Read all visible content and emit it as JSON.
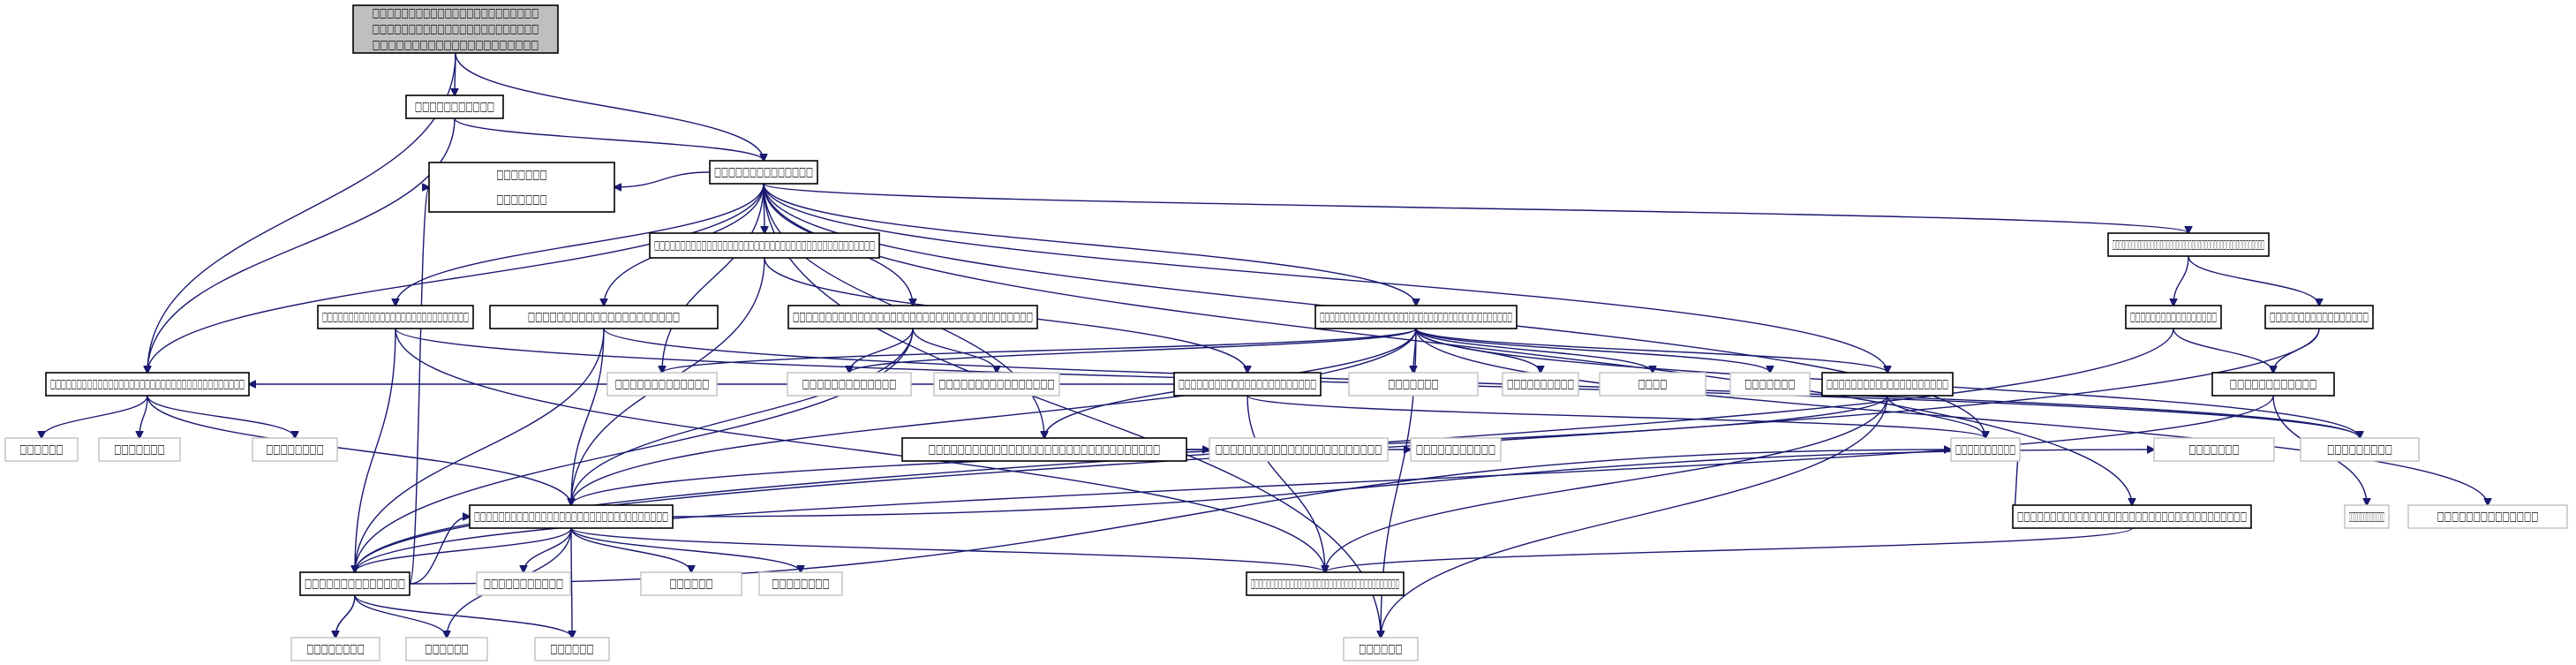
{
  "diagram": {
    "type": "include-dependency-graph",
    "nodes": [
      {
        "id": "n0",
        "label": "□□□□□□□□□□□□□□□□□□□□□□□□□□□□□□□□□□□□□□□□□□□□□□□□□□□□□□□□□□□□□□□□□□□",
        "kind": "root"
      },
      {
        "id": "n1",
        "label": "□□□□□□□□□□□",
        "kind": "normal"
      },
      {
        "id": "n2",
        "label": "□□□□□□□□□□□□□□",
        "kind": "normal"
      },
      {
        "id": "n3",
        "label": "□□□□□□□□□□□□□□□□□□□□□□□□□□□□□□□□□□□□□□□□□□",
        "kind": "normal"
      },
      {
        "id": "n4",
        "label": "□□□□□□□□□□□□□□□□□□□□□□□□□□□□□□□□□□□□□",
        "kind": "normal"
      },
      {
        "id": "n5",
        "label": "□□□□□□□□□□□□□□□□□□□□□□□□□□□□",
        "kind": "normal"
      },
      {
        "id": "n6",
        "label": "□□□□□□□□□□□□□□□□□□□□□",
        "kind": "normal"
      },
      {
        "id": "n7",
        "label": "□□□□□□□□□□□□□□□□□□□□□□□□□□□□□□□□□□□□□",
        "kind": "normal"
      },
      {
        "id": "n8",
        "label": "□□□□□□□□□□□□□□□□□□□□□□□□□□□□□□□□□□□□□□□",
        "kind": "normal"
      },
      {
        "id": "n9",
        "label": "□□□□□□□□□□□□□□□□□□□□□□□□□□□□□□□□",
        "kind": "normal"
      },
      {
        "id": "n10",
        "label": "□□□□□□□□□□□□□□□□□□□□□□□□□□□□□□□□",
        "kind": "normal"
      },
      {
        "id": "n11",
        "label": "□□□□□□□□□□□□□□□□□□□□□□□□□□□□□□□□□□□□□□□□□□□□□□□□",
        "kind": "normal"
      },
      {
        "id": "n12",
        "label": "□□□□□□□□□□□□□□□□□□□□□□□□□□□□□□□□□□□",
        "kind": "normal"
      },
      {
        "id": "n13",
        "label": "□□□□□□□□□□□□□□",
        "kind": "normal"
      },
      {
        "id": "n14",
        "label": "□□□□□□□□□□□□□□□□□□□□□□□□□□□□□□□□□□□□□□",
        "kind": "normal"
      },
      {
        "id": "n15",
        "label": "□□□□□□□□□□□□□□□□□□□□",
        "kind": "normal"
      },
      {
        "id": "n16",
        "label": "□□□□□□□□□□□□□□□□□□□□□□□",
        "kind": "normal"
      },
      {
        "id": "n17",
        "label": "□□□□□□□□□□□□",
        "kind": "normal"
      },
      {
        "id": "n18",
        "label": "□□□□□□□□□□□□□□",
        "kind": "normal"
      },
      {
        "id": "n19",
        "label": "□□□□□□□□□□□□□□□□□",
        "kind": "normal"
      },
      {
        "id": "n20",
        "label": "□□□□□□□□□□□□□□□□□",
        "kind": "normal"
      },
      {
        "id": "n21",
        "label": "□□□□□□",
        "kind": "external"
      },
      {
        "id": "n22",
        "label": "□□□□□□□",
        "kind": "external"
      },
      {
        "id": "n23",
        "label": "□□□□□□□□",
        "kind": "external"
      },
      {
        "id": "n24",
        "label": "□□□□□□□□□□□",
        "kind": "external"
      },
      {
        "id": "n25",
        "label": "□□□□□□□□□□□□□",
        "kind": "external"
      },
      {
        "id": "n26",
        "label": "□□□□□□□□□□□□□",
        "kind": "external"
      },
      {
        "id": "n27",
        "label": "□□□□□□□□□□□□□□□□",
        "kind": "external"
      },
      {
        "id": "n28",
        "label": "□□□□□□□",
        "kind": "external"
      },
      {
        "id": "n29",
        "label": "□□□□□□□□□□",
        "kind": "external"
      },
      {
        "id": "n30",
        "label": "□□□□",
        "kind": "external"
      },
      {
        "id": "n31",
        "label": "□□□□□□□",
        "kind": "external"
      },
      {
        "id": "n32",
        "label": "□□□□□□□□□□□□□□□□□□□□□□□",
        "kind": "external"
      },
      {
        "id": "n33",
        "label": "□□□□□□□□□",
        "kind": "external"
      },
      {
        "id": "n34",
        "label": "□□□□□□□□□□□□□□",
        "kind": "external"
      },
      {
        "id": "n35",
        "label": "□□□□□□□□□□",
        "kind": "external"
      },
      {
        "id": "n36",
        "label": "□□□□□□□□□□□",
        "kind": "external"
      },
      {
        "id": "n37",
        "label": "□□□□□□",
        "kind": "external"
      },
      {
        "id": "n38",
        "label": "□□□□□□□□",
        "kind": "external"
      },
      {
        "id": "n39",
        "label": "□□□□□□□",
        "kind": "external"
      },
      {
        "id": "n40",
        "label": "□□□□□□",
        "kind": "external"
      },
      {
        "id": "n41",
        "label": "□□□□□□□□□□□□□□□□□",
        "kind": "external"
      },
      {
        "id": "n42",
        "label": "□□□□□□",
        "kind": "external"
      },
      {
        "id": "n43",
        "label": "□□□□□□□□□□□□□□□□□□□□",
        "kind": "external"
      },
      {
        "id": "n44",
        "label": "□□□□□□□□",
        "kind": "external"
      },
      {
        "id": "n45",
        "label": "□□□□□□",
        "kind": "external"
      }
    ],
    "edges": [
      [
        "n0",
        "n1"
      ],
      [
        "n0",
        "n2"
      ],
      [
        "n0",
        "n4"
      ],
      [
        "n1",
        "n2"
      ],
      [
        "n1",
        "n4"
      ],
      [
        "n2",
        "n3"
      ],
      [
        "n2",
        "n11"
      ],
      [
        "n2",
        "n12"
      ],
      [
        "n2",
        "n13"
      ],
      [
        "n2",
        "n4"
      ],
      [
        "n2",
        "n5"
      ],
      [
        "n2",
        "n6"
      ],
      [
        "n2",
        "n7"
      ],
      [
        "n2",
        "n8"
      ],
      [
        "n2",
        "n10"
      ],
      [
        "n2",
        "n15"
      ],
      [
        "n2",
        "n25"
      ],
      [
        "n2",
        "n35"
      ],
      [
        "n2",
        "n45"
      ],
      [
        "n3",
        "n16"
      ],
      [
        "n3",
        "n9"
      ],
      [
        "n16",
        "n4"
      ],
      [
        "n16",
        "n14"
      ],
      [
        "n16",
        "n35"
      ],
      [
        "n5",
        "n33"
      ],
      [
        "n5",
        "n18"
      ],
      [
        "n5",
        "n14"
      ],
      [
        "n6",
        "n33"
      ],
      [
        "n6",
        "n9"
      ],
      [
        "n6",
        "n18"
      ],
      [
        "n7",
        "n26"
      ],
      [
        "n7",
        "n27"
      ],
      [
        "n7",
        "n9"
      ],
      [
        "n7",
        "n18"
      ],
      [
        "n8",
        "n26"
      ],
      [
        "n8",
        "n25"
      ],
      [
        "n8",
        "n33"
      ],
      [
        "n8",
        "n9"
      ],
      [
        "n8",
        "n10"
      ],
      [
        "n8",
        "n34"
      ],
      [
        "n8",
        "n28"
      ],
      [
        "n8",
        "n29"
      ],
      [
        "n8",
        "n30"
      ],
      [
        "n8",
        "n31"
      ],
      [
        "n8",
        "n15"
      ],
      [
        "n8",
        "n45"
      ],
      [
        "n4",
        "n21"
      ],
      [
        "n4",
        "n22"
      ],
      [
        "n4",
        "n23"
      ],
      [
        "n4",
        "n9"
      ],
      [
        "n9",
        "n14"
      ],
      [
        "n9",
        "n18"
      ],
      [
        "n9",
        "n36"
      ],
      [
        "n9",
        "n37"
      ],
      [
        "n9",
        "n38"
      ],
      [
        "n9",
        "n39"
      ],
      [
        "n9",
        "n40"
      ],
      [
        "n9",
        "n42"
      ],
      [
        "n9",
        "n43"
      ],
      [
        "n10",
        "n32"
      ],
      [
        "n10",
        "n24"
      ],
      [
        "n15",
        "n9"
      ],
      [
        "n15",
        "n14"
      ],
      [
        "n15",
        "n35"
      ],
      [
        "n15",
        "n45"
      ],
      [
        "n18",
        "n40"
      ],
      [
        "n18",
        "n42"
      ],
      [
        "n18",
        "n44"
      ],
      [
        "n18",
        "n35"
      ],
      [
        "n11",
        "n19"
      ],
      [
        "n11",
        "n20"
      ],
      [
        "n19",
        "n17"
      ],
      [
        "n19",
        "n18"
      ],
      [
        "n20",
        "n17"
      ],
      [
        "n20",
        "n18"
      ],
      [
        "n17",
        "n41"
      ],
      [
        "n17",
        "n18"
      ],
      [
        "n18",
        "n9"
      ],
      [
        "n18",
        "n13"
      ],
      [
        "n18",
        "n44"
      ],
      [
        "n12",
        "n14"
      ],
      [
        "n12",
        "n35"
      ]
    ]
  }
}
